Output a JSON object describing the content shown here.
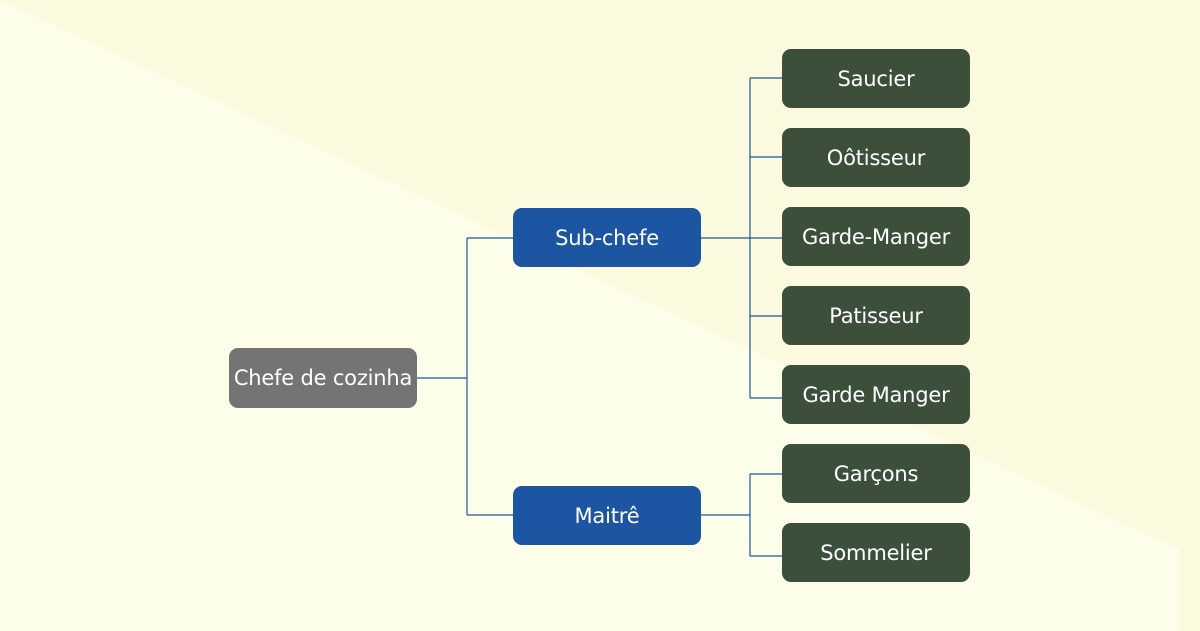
{
  "colors": {
    "background_light": "#fdfee9",
    "background_warm": "#fbf9de",
    "root_node": "#747474",
    "mid_node": "#1c56a3",
    "leaf_node": "#3b4f3b",
    "connector": "#1c56a3"
  },
  "tree": {
    "root": {
      "label": "Chefe de cozinha"
    },
    "branches": [
      {
        "label": "Sub-chefe",
        "children": [
          "Saucier",
          "Oôtisseur",
          "Garde-Manger",
          "Patisseur",
          "Garde Manger"
        ]
      },
      {
        "label": "Maitrê",
        "children": [
          "Garçons",
          "Sommelier"
        ]
      }
    ]
  }
}
